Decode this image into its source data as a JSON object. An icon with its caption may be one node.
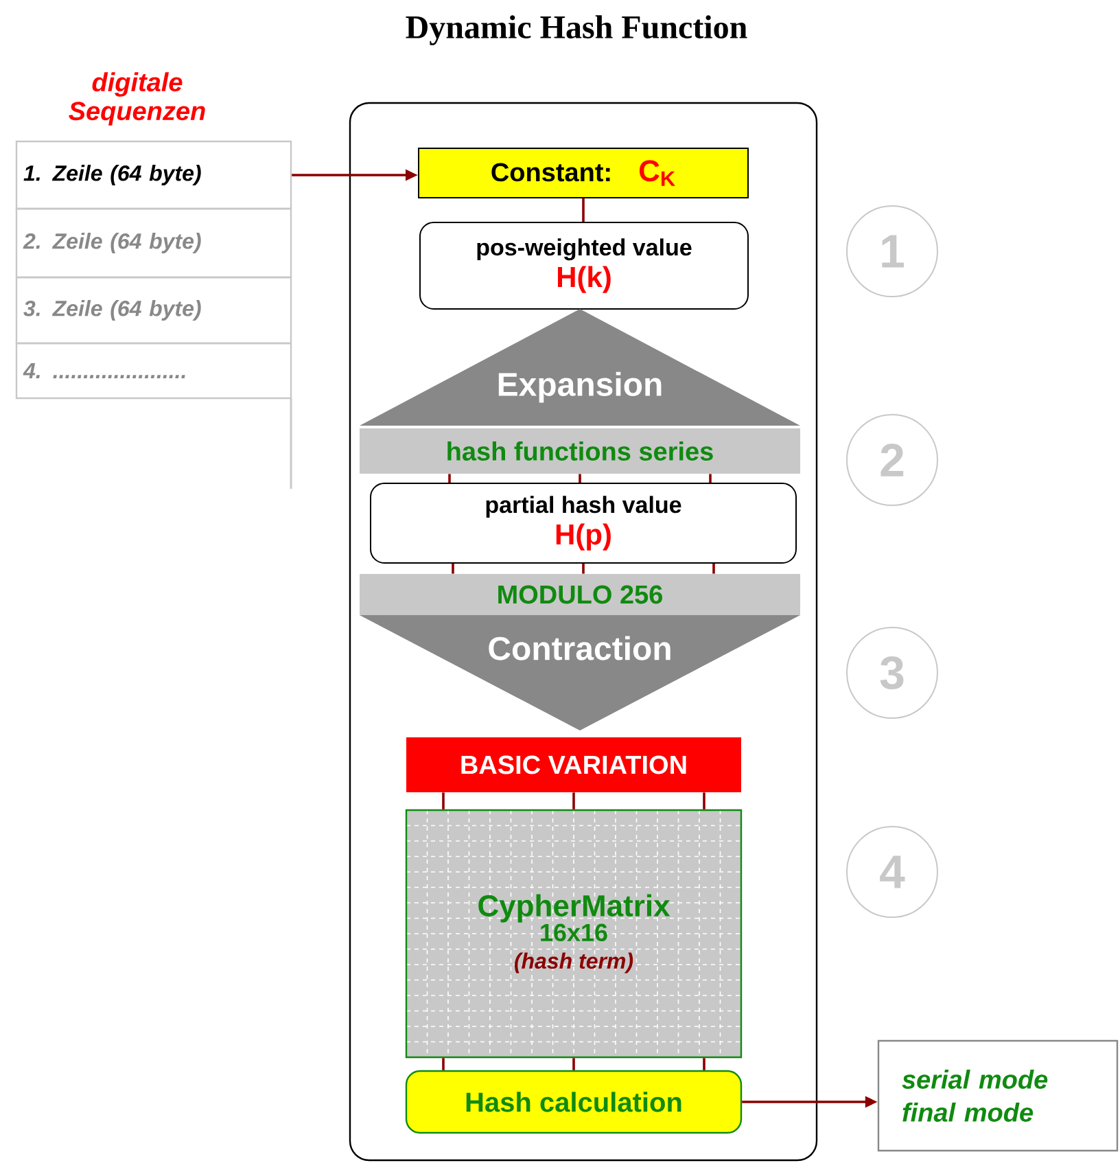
{
  "diagram": {
    "title": "Dynamic Hash Function",
    "nodes": [
      {
        "text": [],
        "shape": "box"
      },
      {
        "text": [
          "1. Zeile (64 byte)"
        ]
      },
      {
        "text": [
          "2. Zeile (64 byte)"
        ]
      },
      {
        "text": [
          "3. Zeile (64 byte)"
        ]
      },
      {
        "text": [
          "4. ......................"
        ]
      },
      {
        "text": [
          "Constant:",
          "C$_{K}$"
        ],
        "in": 0
      },
      {
        "text": [
          "pos-weighted value",
          "H(k)"
        ],
        "in": 0
      },
      {
        "text": [
          "Expansion"
        ],
        "in": 0
      },
      {
        "text": [
          "hash functions series"
        ],
        "in": 0
      },
      {
        "text": [
          "partial hash value",
          "H(p)"
        ],
        "in": 0
      },
      {
        "text": [
          "MODULO 256"
        ],
        "in": 0
      },
      {
        "text": [
          "Contraction"
        ],
        "in": 0
      },
      {
        "text": [
          "BASIC VARIATION"
        ],
        "in": 0
      },
      {
        "text": [
          "CypherMatrix",
          "16x16",
          "(hash term)"
        ],
        "in": 0
      },
      {
        "text": [
          "Hash calculation"
        ],
        "in": 0
      },
      {
        "text": [
          "serial mode final mode"
        ]
      },
      {
        "text": [
          "1"
        ]
      },
      {
        "text": [
          "2"
        ]
      },
      {
        "text": [
          "3"
        ]
      },
      {
        "text": [
          "4"
        ]
      }
    ],
    "edges": [
      {
        "from": 1,
        "to": 5,
        "arrow": "to"
      },
      {
        "from": 5,
        "to": 6,
        "arrow": "none"
      },
      {
        "from": 8,
        "to": 9,
        "arrow": "none"
      },
      {
        "from": 8,
        "to": 9,
        "arrow": "none"
      },
      {
        "from": 8,
        "to": 9,
        "arrow": "none"
      },
      {
        "from": 9,
        "to": 10,
        "arrow": "none"
      },
      {
        "from": 9,
        "to": 10,
        "arrow": "none"
      },
      {
        "from": 9,
        "to": 10,
        "arrow": "none"
      },
      {
        "from": 12,
        "to": 13,
        "arrow": "none"
      },
      {
        "from": 12,
        "to": 13,
        "arrow": "none"
      },
      {
        "from": 12,
        "to": 13,
        "arrow": "none"
      },
      {
        "from": 13,
        "to": 14,
        "arrow": "none"
      },
      {
        "from": 13,
        "to": 14,
        "arrow": "none"
      },
      {
        "from": 13,
        "to": 14,
        "arrow": "none"
      },
      {
        "from": 14,
        "to": 15,
        "arrow": "to"
      }
    ],
    "labels": [
      "digitale Sequenzen"
    ]
  }
}
